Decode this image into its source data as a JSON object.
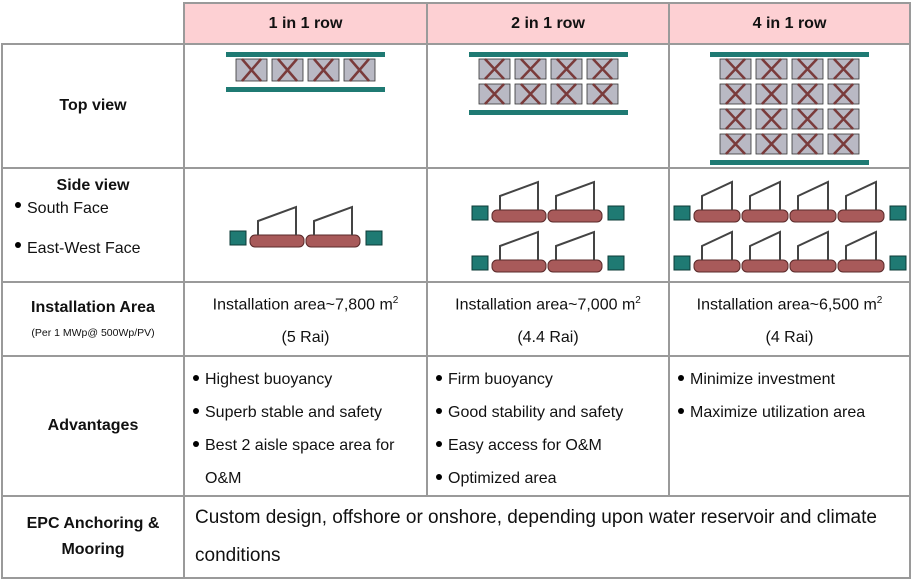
{
  "columns": [
    "1 in 1 row",
    "2 in 1 row",
    "4 in 1 row"
  ],
  "rows": {
    "top_view": {
      "label": "Top view",
      "rows_of_panels": [
        1,
        2,
        4
      ]
    },
    "side_view": {
      "label": "Side view",
      "bullets": [
        "South Face",
        "East-West Face"
      ],
      "arrays": [
        [
          2
        ],
        [
          2,
          2
        ],
        [
          4,
          4
        ]
      ]
    },
    "installation": {
      "label": "Installation Area",
      "sublabel": "(Per 1 MWp@ 500Wp/PV)",
      "cells": [
        {
          "area": "Installation area~7,800 m",
          "sup": "2",
          "rai": "(5 Rai)"
        },
        {
          "area": "Installation area~7,000 m",
          "sup": "2",
          "rai": "(4.4 Rai)"
        },
        {
          "area": "Installation area~6,500 m",
          "sup": "2",
          "rai": "(4 Rai)"
        }
      ]
    },
    "advantages": {
      "label": "Advantages",
      "cells": [
        [
          "Highest buoyancy",
          "Superb stable and safety",
          "Best 2 aisle space area for O&M"
        ],
        [
          "Firm buoyancy",
          "Good stability and safety",
          "Easy access for O&M",
          "Optimized area"
        ],
        [
          "Minimize investment",
          "Maximize utilization area"
        ]
      ]
    },
    "epc": {
      "label": "EPC Anchoring & Mooring",
      "text": "Custom design, offshore or onshore, depending upon water reservoir and climate conditions"
    }
  },
  "colors": {
    "header": "#fdd0d3",
    "float": "#1f7a73",
    "pontoon": "#a85a5a",
    "panel": "#b9b9c4"
  }
}
